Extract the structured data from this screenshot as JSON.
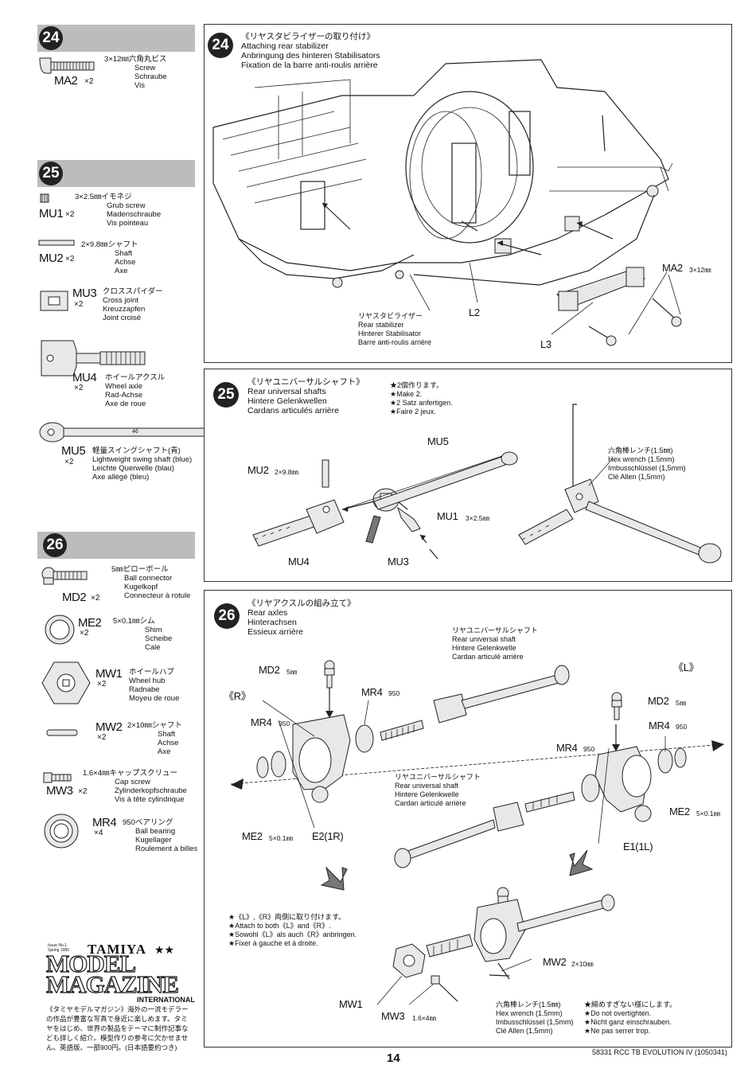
{
  "colors": {
    "header_gray": "#bcbcbc",
    "ink": "#111111"
  },
  "sidebar": {
    "s24": {
      "num": "24",
      "parts": [
        {
          "code": "MA2",
          "qty": "×2",
          "jp": "3×12㎜六角丸ビス",
          "en": "Screw",
          "de": "Schraube",
          "fr": "Vis"
        }
      ]
    },
    "s25": {
      "num": "25",
      "parts": [
        {
          "code": "MU1",
          "qty": "×2",
          "jp": "3×2.5㎜イモネジ",
          "en": "Grub screw",
          "de": "Madenschraube",
          "fr": "Vis pointeau"
        },
        {
          "code": "MU2",
          "qty": "×2",
          "jp": "2×9.8㎜シャフト",
          "en": "Shaft",
          "de": "Achse",
          "fr": "Axe"
        },
        {
          "code": "MU3",
          "qty": "×2",
          "jp": "クロススパイダー",
          "en": "Cross joint",
          "de": "Kreuzzapfen",
          "fr": "Joint croisé"
        },
        {
          "code": "MU4",
          "qty": "×2",
          "jp": "ホイールアクスル",
          "en": "Wheel axle",
          "de": "Rad-Achse",
          "fr": "Axe de roue"
        },
        {
          "code": "MU5",
          "qty": "×2",
          "jp": "軽量スイングシャフト(青)",
          "en": "Lightweight swing shaft (blue)",
          "de": "Leichte Querwelle (blau)",
          "fr": "Axe allégé (bleu)",
          "shaft_num": "46"
        }
      ]
    },
    "s26": {
      "num": "26",
      "parts": [
        {
          "code": "MD2",
          "qty": "×2",
          "jp": "5㎜ピローボール",
          "en": "Ball connector",
          "de": "Kugelkopf",
          "fr": "Connecteur à rotule"
        },
        {
          "code": "ME2",
          "qty": "×2",
          "jp": "5×0.1㎜シム",
          "en": "Shim",
          "de": "Scheibe",
          "fr": "Cale"
        },
        {
          "code": "MW1",
          "qty": "×2",
          "jp": "ホイールハブ",
          "en": "Wheel hub",
          "de": "Radnabe",
          "fr": "Moyeu de roue"
        },
        {
          "code": "MW2",
          "qty": "×2",
          "jp": "2×10㎜シャフト",
          "en": "Shaft",
          "de": "Achse",
          "fr": "Axe"
        },
        {
          "code": "MW3",
          "qty": "×2",
          "jp": "1.6×4㎜キャップスクリュー",
          "en": "Cap screw",
          "de": "Zylinderkopfschraube",
          "fr": "Vis à tête cylindrique"
        },
        {
          "code": "MR4",
          "qty": "×4",
          "jp": "950ベアリング",
          "en": "Ball bearing",
          "de": "Kugellager",
          "fr": "Roulement à billes"
        }
      ]
    }
  },
  "step24": {
    "num": "24",
    "jp": "《リヤスタビライザーの取り付け》",
    "en": "Attaching rear stabilizer",
    "de": "Anbringung des hinteren Stabilisators",
    "fr": "Fixation de la barre anti-roulis arrière",
    "callout_ma2": "MA2",
    "callout_ma2_size": "3×12㎜",
    "stab_jp": "リヤスタビライザー",
    "stab_en": "Rear stabilizer",
    "stab_de": "Hinterer Stabilisator",
    "stab_fr": "Barre anti-roulis arrière",
    "l2": "L2",
    "l3": "L3"
  },
  "step25": {
    "num": "25",
    "jp": "《リヤユニバーサルシャフト》",
    "en": "Rear universal shafts",
    "de": "Hintere Gelenkwellen",
    "fr": "Cardans articulés arrière",
    "make_jp": "★2個作ります。",
    "make_en": "★Make 2.",
    "make_de": "★2 Satz anfertigen.",
    "make_fr": "★Faire 2 jeux.",
    "mu5": "MU5",
    "mu2": "MU2",
    "mu2_size": "2×9.8㎜",
    "mu1": "MU1",
    "mu1_size": "3×2.5㎜",
    "mu4": "MU4",
    "mu3": "MU3",
    "hex_jp": "六角棒レンチ(1.5㎜)",
    "hex_en": "Hex wrench (1.5mm)",
    "hex_de": "Imbusschlüssel (1,5mm)",
    "hex_fr": "Clé Allen (1,5mm)"
  },
  "step26": {
    "num": "26",
    "jp": "《リヤアクスルの組み立て》",
    "en": "Rear axles",
    "de": "Hinterachsen",
    "fr": "Essieux arrière",
    "ushaft_jp": "リヤユニバーサルシャフト",
    "ushaft_en": "Rear universal shaft",
    "ushaft_de": "Hintere Gelenkwelle",
    "ushaft_fr": "Cardan articulé arrière",
    "L": "《L》",
    "R": "《R》",
    "md2": "MD2",
    "md2_size": "5㎜",
    "mr4": "MR4",
    "mr4_size": "950",
    "me2": "ME2",
    "me2_size": "5×0.1㎜",
    "e2": "E2(1R)",
    "e1": "E1(1L)",
    "attach_jp": "★《L》,《R》両側に取り付けます。",
    "attach_en": "★Attach to both《L》and《R》.",
    "attach_de": "★Sowohl《L》als auch《R》anbringen.",
    "attach_fr": "★Fixer à gauche et à droite.",
    "mw2": "MW2",
    "mw2_size": "2×10㎜",
    "mw1": "MW1",
    "mw3": "MW3",
    "mw3_size": "1.6×4㎜",
    "hex_jp": "六角棒レンチ(1.5㎜)",
    "hex_en": "Hex wrench (1.5mm)",
    "hex_de": "Imbusschlüssel (1,5mm)",
    "hex_fr": "Clé Allen (1,5mm)",
    "tight_jp": "★締めすぎない様にします。",
    "tight_en": "★Do not overtighten.",
    "tight_de": "★Nicht ganz einschrauben.",
    "tight_fr": "★Ne pas serrer trop."
  },
  "magazine": {
    "issue": "Issue No.1",
    "season": "Spring 1985",
    "brand": "TAMIYA",
    "title1": "MODEL",
    "title2": "MAGAZINE",
    "international": "INTERNATIONAL",
    "text": "《タミヤモデルマガジン》海外の一流モデラーの作品が豊富な写真で身近に楽しめます。タミヤをはじめ、世界の製品をテーマに制作記事なども詳しく紹介。模型作りの参考に欠かせません。英語版、一部900円。(日本語要約つき)"
  },
  "footer": {
    "page": "14",
    "ref": "58331 RCC TB EVOLUTION IV (1050341)"
  }
}
